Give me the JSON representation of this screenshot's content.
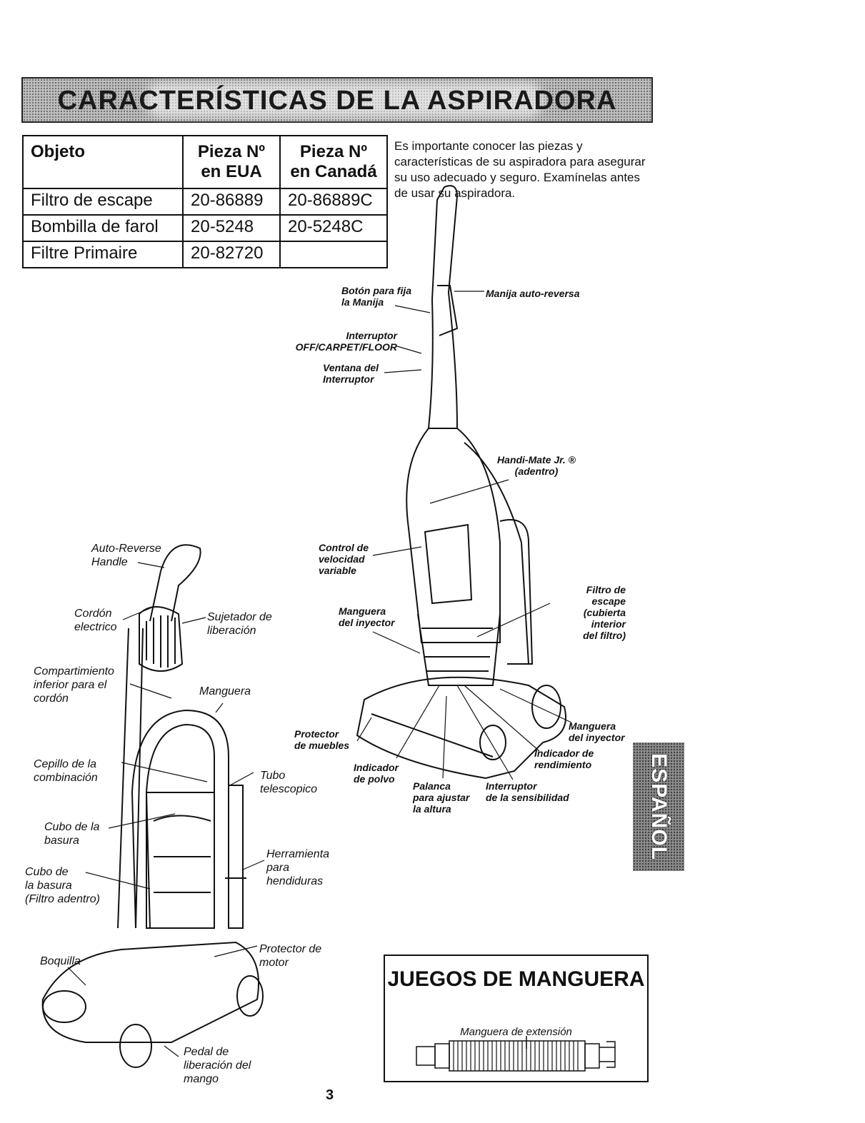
{
  "banner": {
    "title": "CARACTERÍSTICAS DE LA ASPIRADORA"
  },
  "parts_table": {
    "headers": [
      "Objeto",
      "Pieza Nº\nen EUA",
      "Pieza Nº\nen Canadá"
    ],
    "rows": [
      [
        "Filtro de escape",
        "20-86889",
        "20-86889C"
      ],
      [
        "Bombilla de farol",
        "20-5248",
        "20-5248C"
      ],
      [
        "Filtre Primaire",
        "20-82720",
        ""
      ]
    ]
  },
  "intro": "Es importante conocer las piezas y características de su aspiradora para asegurar su uso adecuado y seguro. Examínelas antes de usar su aspiradora.",
  "labels_right": {
    "boton": "Botón para fija\nla Manija",
    "manija": "Manija auto-reversa",
    "interruptor": "Interruptor\nOFF/CARPET/FLOOR",
    "ventana": "Ventana del\nInterruptor",
    "handimate": "Handi-Mate Jr. ®\n(adentro)",
    "control": "Control de\nvelocidad\nvariable",
    "filtro": "Filtro de escape\n(cubierta interior\ndel filtro)",
    "manguera_inyector_left": "Manguera\ndel inyector",
    "manguera_inyector_right": "Manguera\ndel inyector",
    "protector_muebles": "Protector\nde muebles",
    "indicador_rend": "Indicador de\nrendimiento",
    "indicador_polvo": "Indicador\nde polvo",
    "palanca": "Palanca\npara ajustar\nla altura",
    "interruptor_sens": "Interruptor\nde la sensibilidad"
  },
  "labels_left": {
    "autoreverse": "Auto-Reverse\nHandle",
    "cordon": "Cordón\nelectrico",
    "sujetador": "Sujetador de\nliberación",
    "compartimiento": "Compartimiento\ninferior para el\ncordón",
    "manguera": "Manguera",
    "cepillo": "Cepillo de la\ncombinación",
    "tubo": "Tubo\ntelescopico",
    "cubo1": "Cubo de la\nbasura",
    "cubo2": "Cubo de\nla basura\n(Filtro adentro)",
    "herramienta": "Herramienta\npara\nhendiduras",
    "boquilla": "Boquilla",
    "protector_motor": "Protector de\nmotor",
    "pedal": "Pedal de\nliberación del\nmango"
  },
  "hose_box": {
    "title": "JUEGOS DE MANGUERA",
    "label": "Manguera de extensión"
  },
  "side_tab": "ESPAÑOL",
  "page_number": "3"
}
